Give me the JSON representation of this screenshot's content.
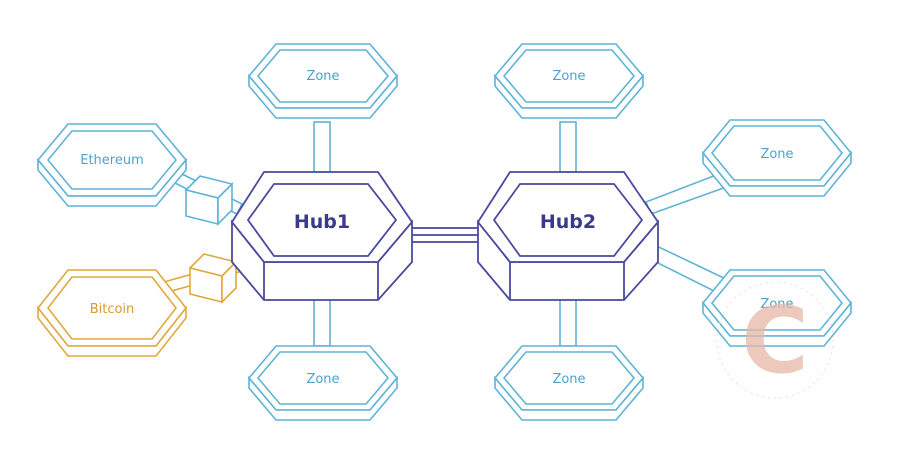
{
  "colors": {
    "zone": "#5fb3d6",
    "hub": "#4a4a9e",
    "bitcoin": "#e0a83c",
    "zone_fill": "#ffffff",
    "hub_fill": "#ffffff",
    "watermark": "#e8b8a8"
  },
  "hubs": {
    "hub1": {
      "label": "Hub1"
    },
    "hub2": {
      "label": "Hub2"
    }
  },
  "zones": {
    "hub1_top": {
      "label": "Zone"
    },
    "hub1_bottom": {
      "label": "Zone"
    },
    "hub2_top": {
      "label": "Zone"
    },
    "hub2_bottom": {
      "label": "Zone"
    },
    "hub2_upper_right": {
      "label": "Zone"
    },
    "hub2_lower_right": {
      "label": "Zone"
    }
  },
  "pegged": {
    "ethereum": {
      "label": "Ethereum"
    },
    "bitcoin": {
      "label": "Bitcoin"
    }
  },
  "watermark": {
    "letter": "C",
    "ring_text": "coincu.com · coincu.com · coincu.com ·"
  }
}
